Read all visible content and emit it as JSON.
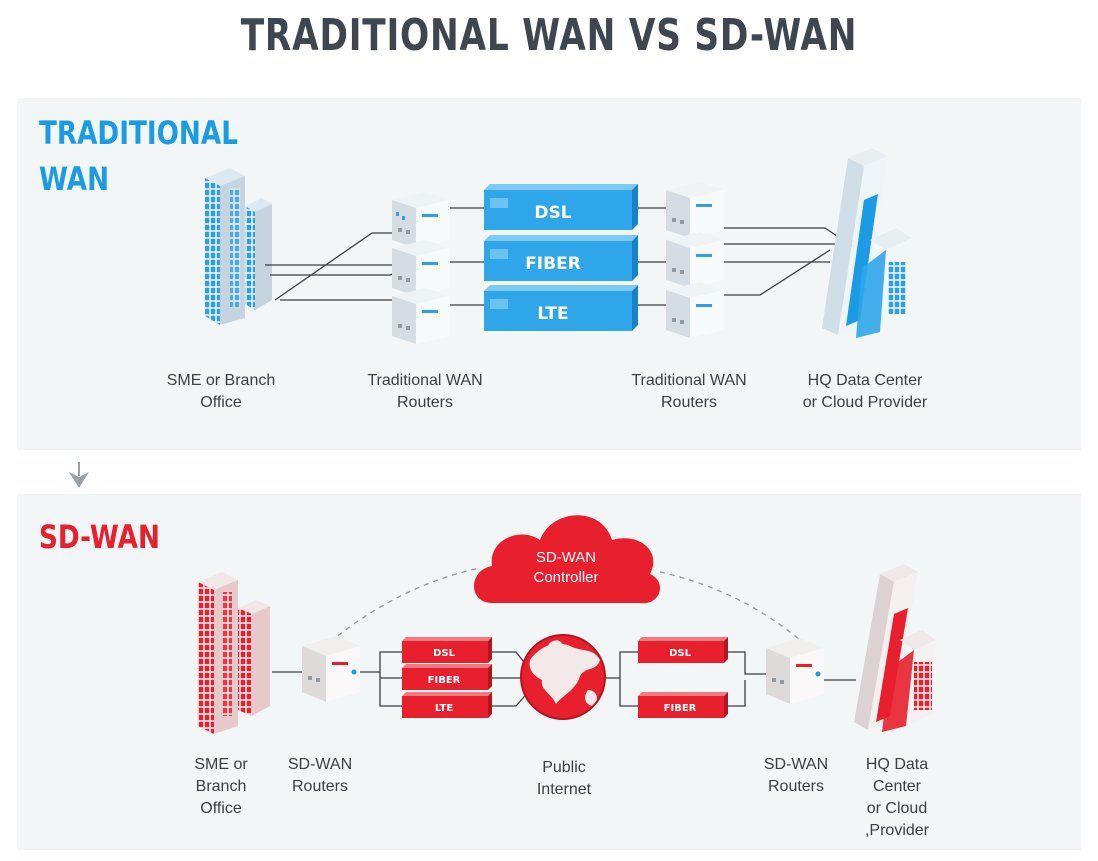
{
  "title": "TRADITIONAL WAN  VS SD-WAN",
  "traditional": {
    "heading": "TRADITIONAL\nWAN",
    "links": [
      "DSL",
      "FIBER",
      "LTE"
    ],
    "labels": {
      "branch": "SME or Branch\nOffice",
      "routers_left": "Traditional WAN\nRouters",
      "routers_right": "Traditional WAN\nRouters",
      "hq": "HQ Data Center\nor Cloud Provider"
    }
  },
  "sdwan": {
    "heading": "SD-WAN",
    "controller": "SD-WAN\nController",
    "links_left": [
      "DSL",
      "FIBER",
      "LTE"
    ],
    "links_right": [
      "DSL",
      "FIBER"
    ],
    "labels": {
      "branch": "SME or\nBranch\nOffice",
      "routers_left": "SD-WAN\nRouters",
      "internet": "Public\nInternet",
      "routers_right": "SD-WAN\nRouters",
      "hq": "HQ Data\nCenter\nor Cloud\n,Provider"
    }
  },
  "colors": {
    "blue": "#1b9be4",
    "red": "#e8202d",
    "title": "#3e4650"
  }
}
